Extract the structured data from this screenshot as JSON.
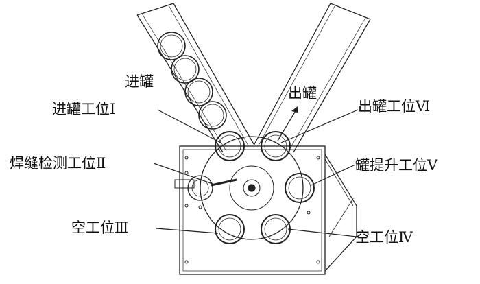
{
  "labels": {
    "in_can": "进罐",
    "in_station": "进罐工位Ⅰ",
    "weld_station": "焊缝检测工位Ⅱ",
    "empty_station_3": "空工位Ⅲ",
    "out_can": "出罐",
    "out_station": "出罐工位Ⅵ",
    "lift_station": "罐提升工位Ⅴ",
    "empty_station_4": "空工位Ⅳ"
  },
  "colors": {
    "line": "#222222",
    "fill": "#ffffff"
  }
}
